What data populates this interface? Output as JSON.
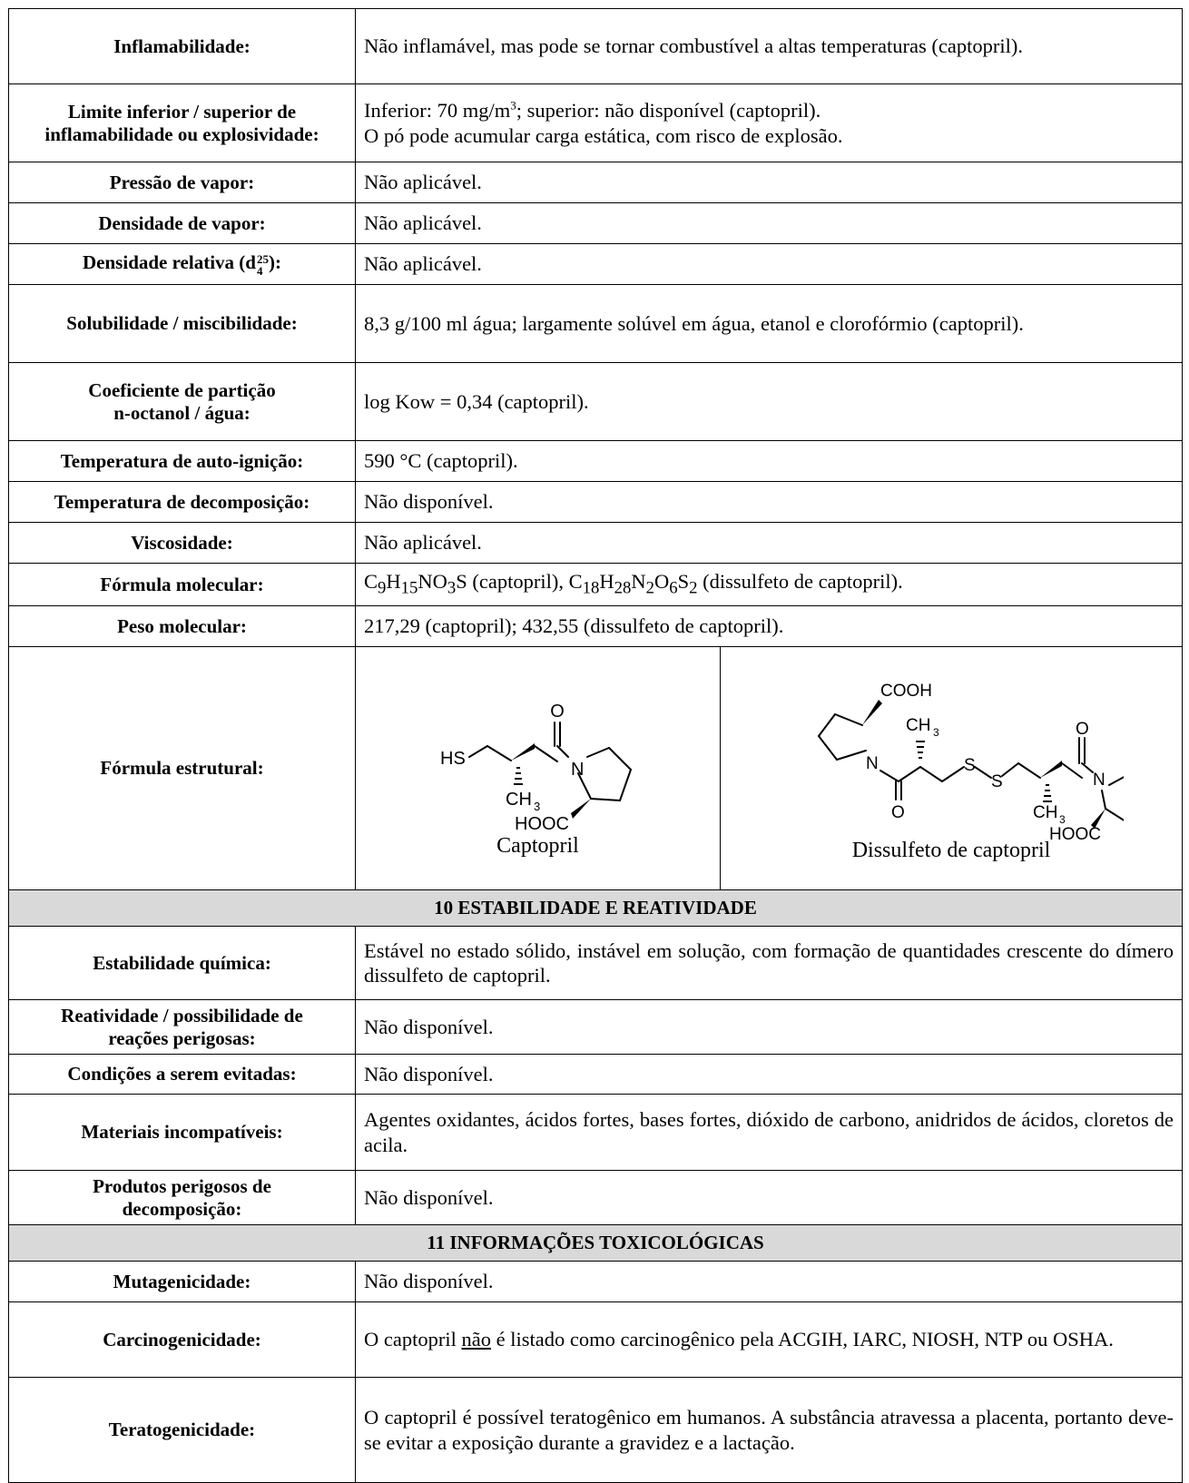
{
  "rows_a": [
    {
      "label": "Inflamabilidade:",
      "value": "Não inflamável, mas pode se tornar combustível a altas temperaturas (captopril)."
    },
    {
      "label": "Limite inferior / superior de inflamabilidade ou explosividade:",
      "value_line1_pre": "Inferior: 70 mg/m",
      "value_line1_sup": "3",
      "value_line1_post": "; superior: não disponível (captopril).",
      "value_line2": "O pó pode acumular carga estática, com risco de explosão."
    },
    {
      "label": "Pressão de vapor:",
      "value": "Não aplicável."
    },
    {
      "label": "Densidade de vapor:",
      "value": "Não aplicável."
    },
    {
      "label_pre": "Densidade relativa (d",
      "label_sub": "4",
      "label_sup": "25",
      "label_post": "):",
      "value": "Não aplicável."
    },
    {
      "label": "Solubilidade / miscibilidade:",
      "value": "8,3 g/100 ml água; largamente solúvel em água, etanol e clorofórmio (captopril)."
    },
    {
      "label_line1": "Coeficiente de partição",
      "label_line2": "n-octanol / água:",
      "value": "log Kow = 0,34 (captopril)."
    },
    {
      "label": "Temperatura de auto-ignição:",
      "value": "590 °C (captopril)."
    },
    {
      "label": "Temperatura de decomposição:",
      "value": "Não disponível."
    },
    {
      "label": "Viscosidade:",
      "value": "Não aplicável."
    }
  ],
  "formula_row": {
    "label": "Fórmula molecular:",
    "f1": [
      "C",
      "9",
      "H",
      "15",
      "NO",
      "3",
      "S"
    ],
    "f1_suffix": " (captopril), ",
    "f2": [
      "C",
      "18",
      "H",
      "28",
      "N",
      "2",
      "O",
      "6",
      "S",
      "2"
    ],
    "f2_suffix": " (dissulfeto de captopril)."
  },
  "weight_row": {
    "label": "Peso molecular:",
    "value": "217,29 (captopril); 432,55 (dissulfeto de captopril)."
  },
  "structure_row": {
    "label": "Fórmula estrutural:",
    "captopril_caption": "Captopril",
    "dimer_caption": "Dissulfeto de captopril",
    "atoms": {
      "O": "O",
      "N": "N",
      "S": "S",
      "HS": "HS",
      "CH": "CH",
      "three": "3",
      "HOOC": "HOOC",
      "COOH": "COOH"
    }
  },
  "section10": {
    "title": "10 ESTABILIDADE E REATIVIDADE",
    "rows": [
      {
        "label": "Estabilidade química:",
        "value": "Estável no estado sólido, instável em solução, com formação de quantidades crescente do dímero dissulfeto de captopril."
      },
      {
        "label_line1": "Reatividade / possibilidade de",
        "label_line2": "reações perigosas:",
        "value": "Não disponível."
      },
      {
        "label": "Condições a serem evitadas:",
        "value": "Não disponível."
      },
      {
        "label": "Materiais incompatíveis:",
        "value": "Agentes oxidantes, ácidos fortes, bases fortes, dióxido de carbono, anidridos de ácidos, cloretos de acila."
      },
      {
        "label_line1": "Produtos perigosos de",
        "label_line2": "decomposição:",
        "value": "Não disponível."
      }
    ]
  },
  "section11": {
    "title": "11 INFORMAÇÕES TOXICOLÓGICAS",
    "rows": [
      {
        "label": "Mutagenicidade:",
        "value": "Não disponível."
      },
      {
        "label": "Carcinogenicidade:",
        "value_pre": "O captopril ",
        "value_underline": "não",
        "value_post": " é listado como carcinogênico pela ACGIH, IARC, NIOSH, NTP ou OSHA."
      },
      {
        "label": "Teratogenicidade:",
        "value": "O captopril é possível teratogênico em humanos. A substância atravessa a placenta, portanto deve-se evitar a exposição durante a gravidez e a lactação."
      }
    ]
  }
}
